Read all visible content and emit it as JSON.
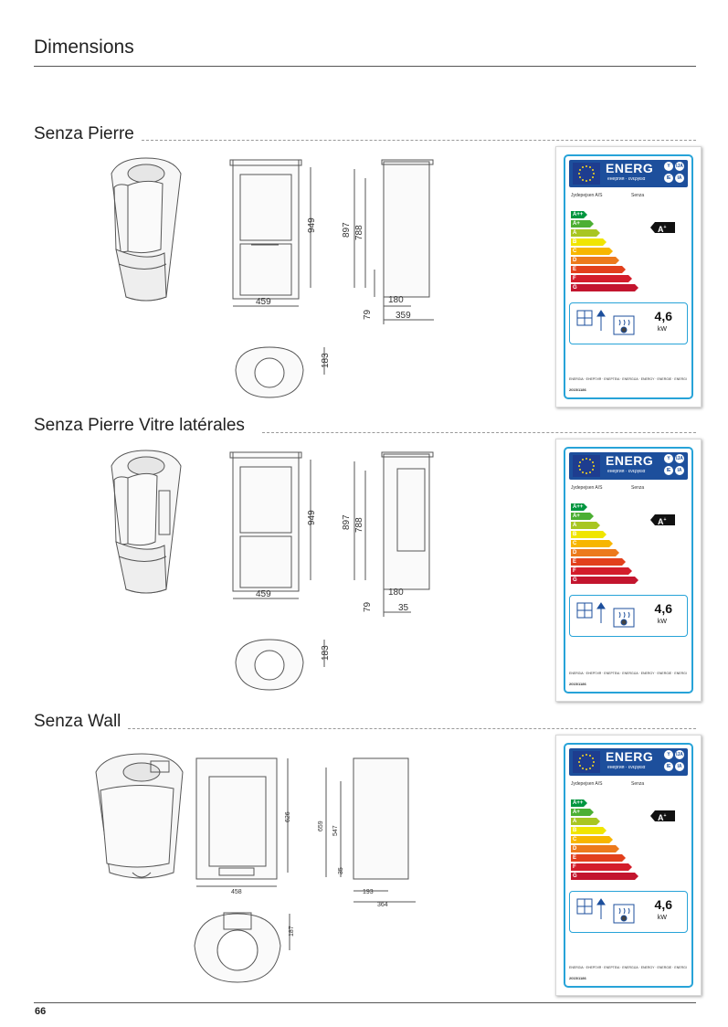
{
  "page": {
    "title": "Dimensions",
    "page_number": "66"
  },
  "sections": [
    {
      "title": "Senza Pierre",
      "dims": {
        "height_total": "949",
        "height_flue": "897",
        "height_air": "788",
        "width": "459",
        "flue_offset": "180",
        "depth": "359",
        "bottom": "79",
        "top_depth": "183"
      }
    },
    {
      "title": "Senza Pierre Vitre latérales",
      "dims": {
        "height_total": "949",
        "height_flue": "897",
        "height_air": "788",
        "width": "459",
        "flue_offset": "180",
        "depth": "35",
        "bottom": "79",
        "top_depth": "183"
      }
    },
    {
      "title": "Senza Wall",
      "dims": {
        "height_total": "626",
        "height_flue": "659",
        "height_air": "547",
        "width": "458",
        "flue_offset": "193",
        "depth": "364",
        "bottom": "35",
        "top_depth": "187"
      }
    }
  ],
  "energy_label": {
    "energ": "ENERG",
    "subtitle": "енергия · ενεργεια",
    "lang_top": [
      "Y",
      "IJA"
    ],
    "lang_bottom": [
      "IE",
      "IA"
    ],
    "supplier": "Jydepejsen A/S",
    "model": "Senza",
    "classes": [
      "A++",
      "A+",
      "A",
      "B",
      "C",
      "D",
      "E",
      "F",
      "G"
    ],
    "class_colors": [
      "#00963f",
      "#4caf33",
      "#a8c622",
      "#f0e500",
      "#f7b600",
      "#ec7a1c",
      "#e2401c",
      "#d31d2b",
      "#c3152e"
    ],
    "rating": "A",
    "rating_sup": "+",
    "power": "4,6",
    "power_unit": "kW",
    "footer_langs": "ENERGIA · ЕНЕРГИЯ · ΕΝΕΡΓΕΙΑ · ENERGIJA · ENERGY · ENERGIE · ENERGI",
    "regulation": "2015/1186",
    "accent": "#27a3d8",
    "header_color": "#1d4f9c"
  }
}
